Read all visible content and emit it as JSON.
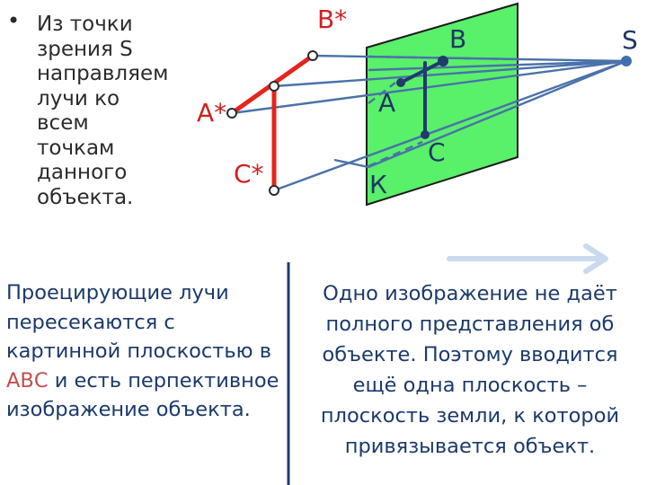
{
  "bullet": {
    "marker": "•",
    "text": "Из точки\nзрения S\nнаправляем\nлучи ко\nвсем\nточкам\nданного\nобъекта."
  },
  "labels": {
    "b_star": "B*",
    "a_star": "A*",
    "c_star": "C*",
    "b": "B",
    "a": "A",
    "c": "C",
    "k": "К",
    "s": "S"
  },
  "caption_left": {
    "part1": "Проецирующие лучи пересекаются с картинной плоскостью в ",
    "abc": "АВС",
    "part2": " и есть перпективное изображение объекта."
  },
  "caption_right": {
    "text": "Одно изображение не даёт\nполного представления об\nобъекте. Поэтому вводится\nещё одна плоскость –\nплоскость земли, к которой\nпривязывается объект."
  },
  "colors": {
    "plane_fill": "#59f06a",
    "plane_stroke": "#1c1c1c",
    "object_red": "#e8231c",
    "ray_blue": "#4a72a9",
    "projection_navy": "#203b6c",
    "arrow_light": "#c9d9ee",
    "divider": "#203b6c"
  },
  "icons": {
    "arrow": "right-arrow-icon"
  }
}
